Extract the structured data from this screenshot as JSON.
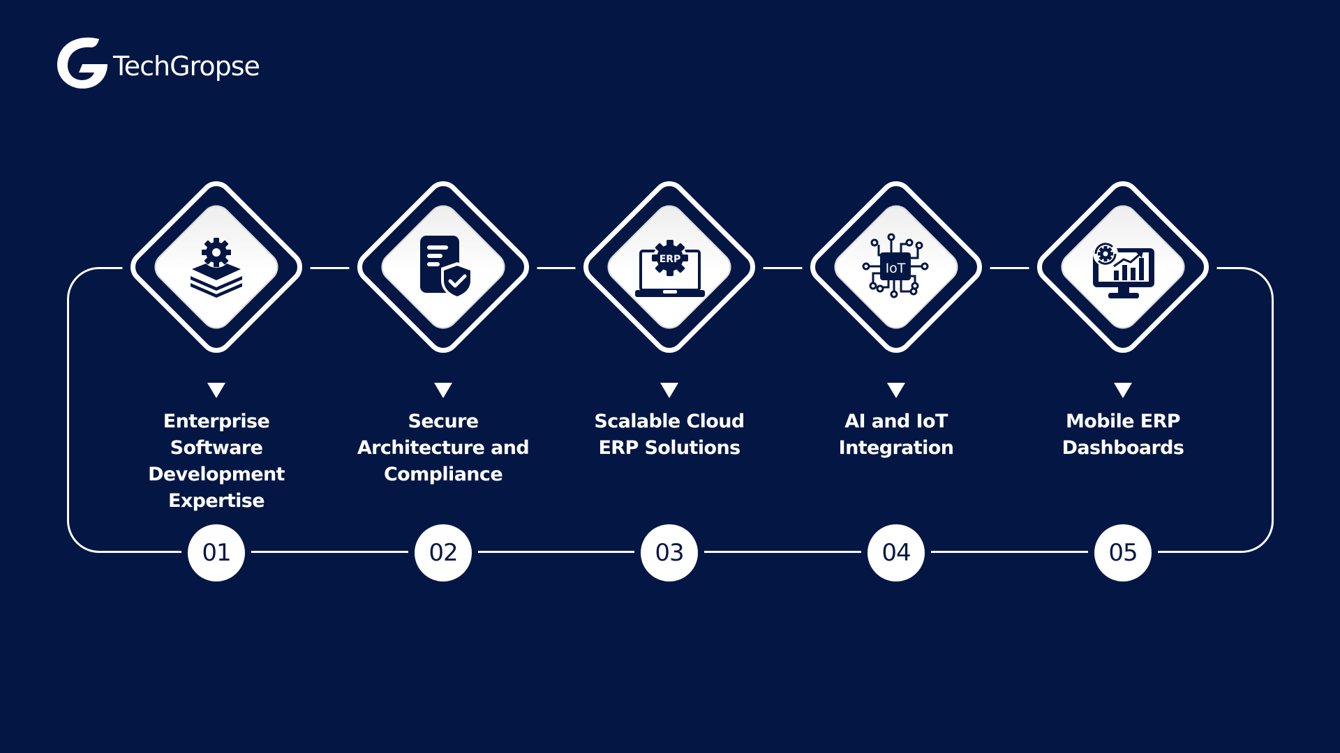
{
  "brand": {
    "logo_icon": "g-logo-icon",
    "name": "TechGropse"
  },
  "colors": {
    "background": "#041744",
    "foreground": "#ffffff",
    "icon": "#041744"
  },
  "steps": [
    {
      "number": "01",
      "title_lines": [
        "Enterprise",
        "Software",
        "Development",
        "Expertise"
      ],
      "icon": "gear-layers-icon"
    },
    {
      "number": "02",
      "title_lines": [
        "Secure",
        "Architecture and",
        "Compliance"
      ],
      "icon": "document-shield-icon"
    },
    {
      "number": "03",
      "title_lines": [
        "Scalable Cloud",
        "ERP Solutions"
      ],
      "icon": "erp-laptop-icon",
      "icon_text": "ERP"
    },
    {
      "number": "04",
      "title_lines": [
        "AI and IoT",
        "Integration"
      ],
      "icon": "iot-chip-icon",
      "icon_text": "IoT"
    },
    {
      "number": "05",
      "title_lines": [
        "Mobile ERP",
        "Dashboards"
      ],
      "icon": "monitor-analytics-icon"
    }
  ]
}
